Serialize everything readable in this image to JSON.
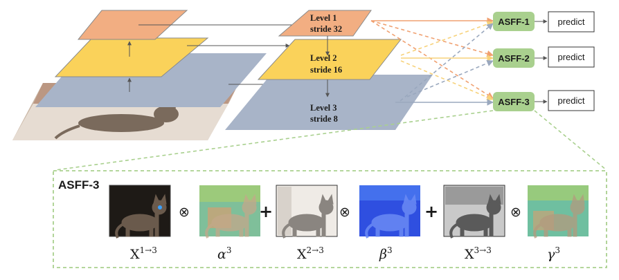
{
  "levels": [
    {
      "line1": "Level 1",
      "line2": "stride 32"
    },
    {
      "line1": "Level 2",
      "line2": "stride 16"
    },
    {
      "line1": "Level 3",
      "line2": "stride 8"
    }
  ],
  "asff_nodes": [
    "ASFF-1",
    "ASFF-2",
    "ASFF-3"
  ],
  "predict_label": "predict",
  "panel": {
    "title": "ASFF-3",
    "terms": [
      {
        "feature_base": "X",
        "feature_sup": "1→3",
        "weight": "α",
        "weight_sup": "3"
      },
      {
        "feature_base": "X",
        "feature_sup": "2→3",
        "weight": "β",
        "weight_sup": "3"
      },
      {
        "feature_base": "X",
        "feature_sup": "3→3",
        "weight": "γ",
        "weight_sup": "3"
      }
    ],
    "multiply_symbol": "⊗",
    "plus_symbol": "+"
  },
  "colors": {
    "level1": "#F2AE82",
    "level2": "#FAD25A",
    "level3": "#A8B4C8",
    "asff_node": "#A9D08E",
    "orange_arrow": "#F0A070",
    "yellow_arrow": "#F7D27A",
    "blue_arrow": "#9AA8BE",
    "panel_border": "#A9D08E"
  }
}
